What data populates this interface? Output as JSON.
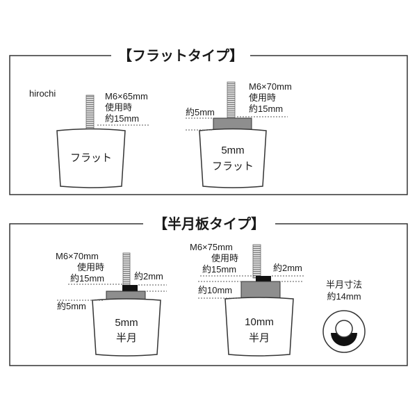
{
  "watermark": "hirochi",
  "flat": {
    "title": "【フラットタイプ】",
    "left": {
      "bolt": "M6×65mm",
      "use1": "使用時",
      "use2": "約15mm",
      "body": "フラット"
    },
    "right": {
      "bolt": "M6×70mm",
      "use1": "使用時",
      "use2": "約15mm",
      "spacer": "約5mm",
      "body1": "5mm",
      "body2": "フラット"
    }
  },
  "half": {
    "title": "【半月板タイプ】",
    "left": {
      "bolt": "M6×70mm",
      "use1": "使用時",
      "use2": "約15mm",
      "top": "約2mm",
      "spacer": "約5mm",
      "body1": "5mm",
      "body2": "半月"
    },
    "right": {
      "bolt": "M6×75mm",
      "use1": "使用時",
      "use2": "約15mm",
      "top": "約2mm",
      "spacer": "約10mm",
      "body1": "10mm",
      "body2": "半月"
    },
    "size": {
      "label1": "半月寸法",
      "label2": "約14mm"
    }
  }
}
